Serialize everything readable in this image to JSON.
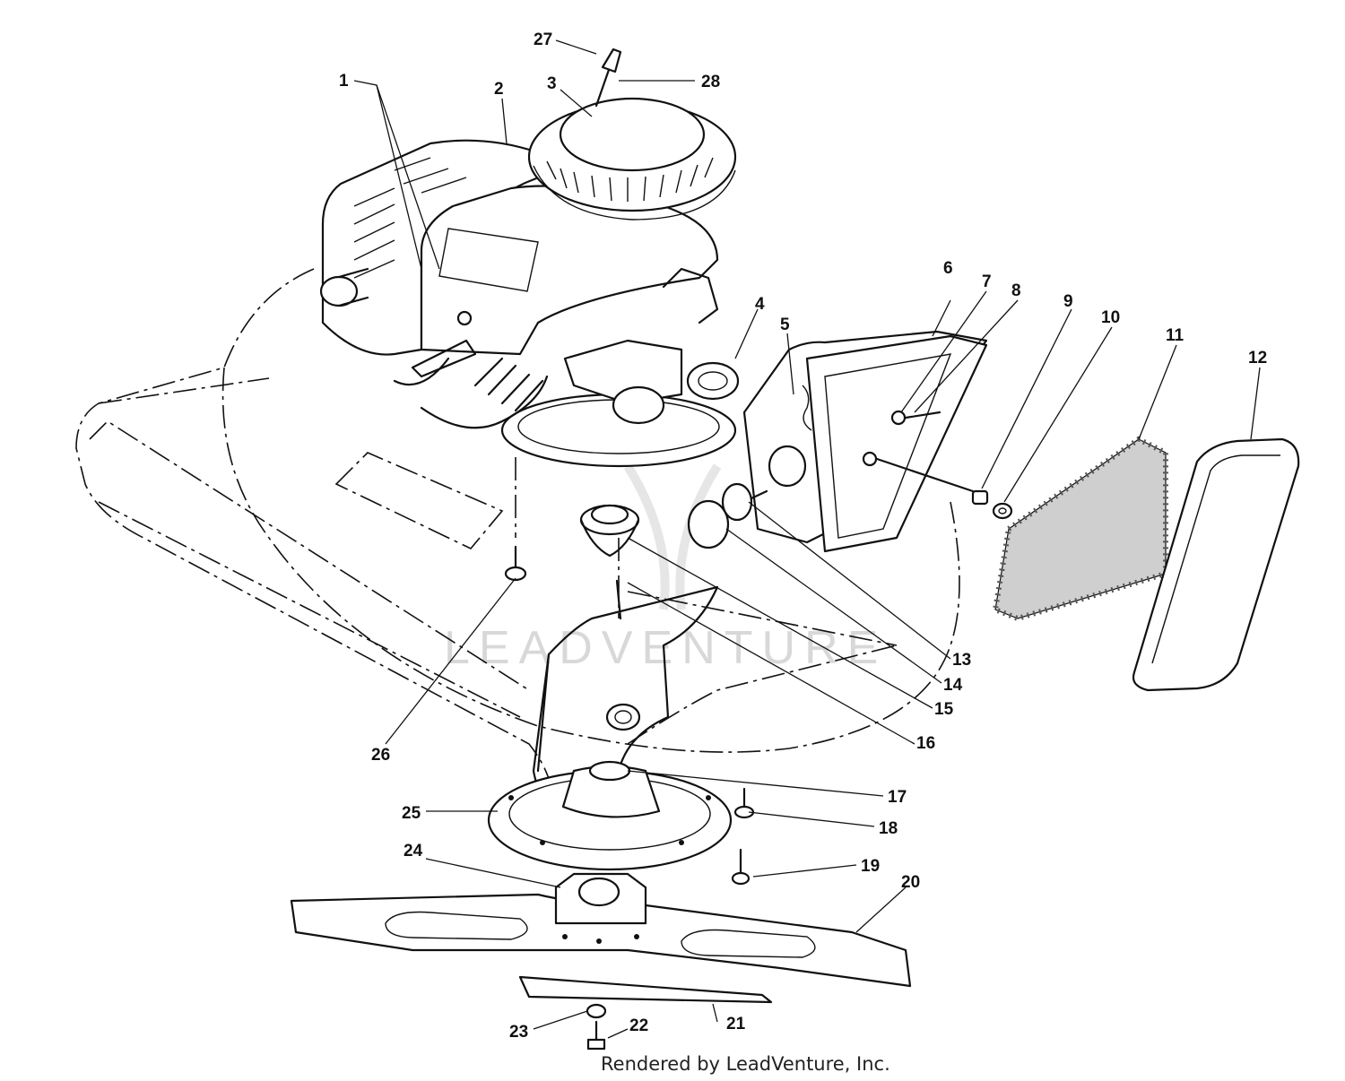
{
  "diagram": {
    "credit": "Rendered by LeadVenture, Inc.",
    "watermark": "LEADVENTURE",
    "colors": {
      "ink": "#111111",
      "paper": "#ffffff",
      "watermark": "#d8d8d8"
    },
    "callouts": [
      {
        "id": "1",
        "label": "1"
      },
      {
        "id": "2",
        "label": "2"
      },
      {
        "id": "3",
        "label": "3"
      },
      {
        "id": "4",
        "label": "4"
      },
      {
        "id": "5",
        "label": "5"
      },
      {
        "id": "6",
        "label": "6"
      },
      {
        "id": "7",
        "label": "7"
      },
      {
        "id": "8",
        "label": "8"
      },
      {
        "id": "9",
        "label": "9"
      },
      {
        "id": "10",
        "label": "10"
      },
      {
        "id": "11",
        "label": "11"
      },
      {
        "id": "12",
        "label": "12"
      },
      {
        "id": "13",
        "label": "13"
      },
      {
        "id": "14",
        "label": "14"
      },
      {
        "id": "15",
        "label": "15"
      },
      {
        "id": "16",
        "label": "16"
      },
      {
        "id": "17",
        "label": "17"
      },
      {
        "id": "18",
        "label": "18"
      },
      {
        "id": "19",
        "label": "19"
      },
      {
        "id": "20",
        "label": "20"
      },
      {
        "id": "21",
        "label": "21"
      },
      {
        "id": "22",
        "label": "22"
      },
      {
        "id": "23",
        "label": "23"
      },
      {
        "id": "24",
        "label": "24"
      },
      {
        "id": "25",
        "label": "25"
      },
      {
        "id": "26",
        "label": "26"
      },
      {
        "id": "27",
        "label": "27"
      },
      {
        "id": "28",
        "label": "28"
      }
    ]
  }
}
